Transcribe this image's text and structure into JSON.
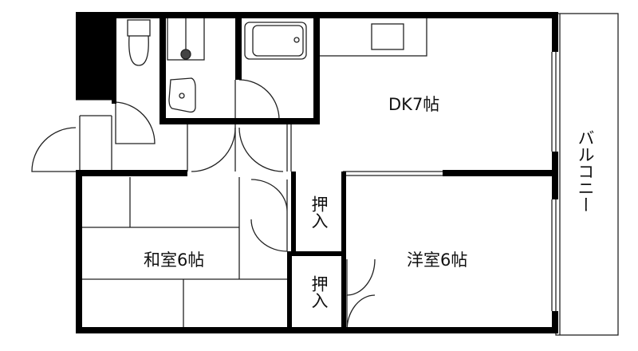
{
  "rooms": {
    "dk": "DK7帖",
    "washitsu": "和室6帖",
    "youshitsu": "洋室6帖",
    "closet_upper": "押入",
    "closet_lower": "押入",
    "balcony": "バルコニー"
  },
  "colors": {
    "wall": "#000000",
    "line": "#222222",
    "background": "#ffffff"
  }
}
